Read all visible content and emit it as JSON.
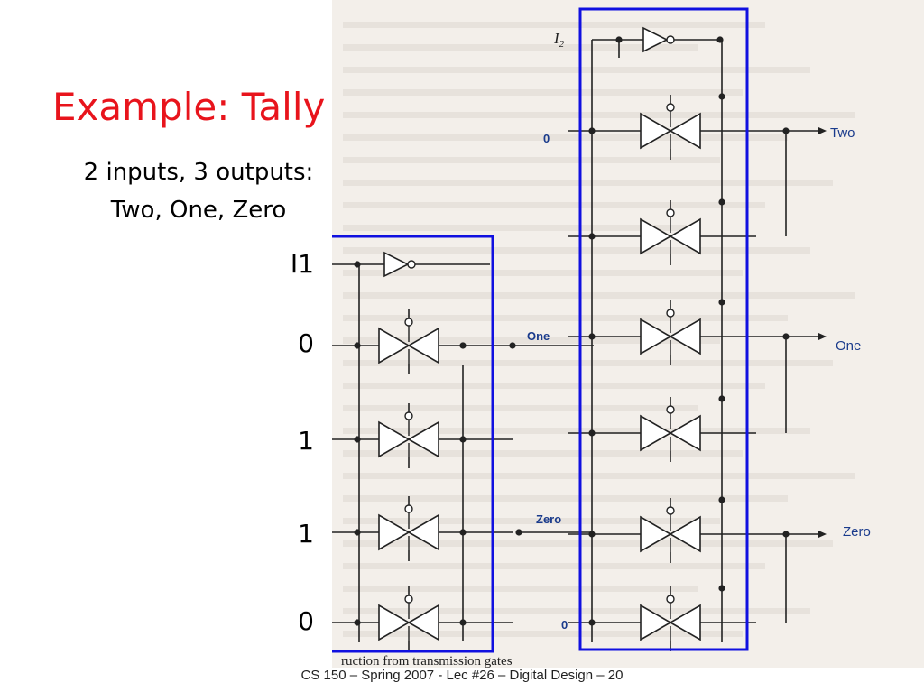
{
  "slide": {
    "title": "Example: Tally Circuit",
    "subtitle_lines": [
      "2 inputs, 3 outputs:",
      "Two, One, Zero"
    ],
    "footer": "CS 150 – Spring 2007 - Lec #26 – Digital Design  – 20"
  },
  "inputs": [
    {
      "label": "I1"
    },
    {
      "label": "0"
    },
    {
      "label": "1"
    },
    {
      "label": "1"
    },
    {
      "label": "0"
    }
  ],
  "figure": {
    "i2_label": "I",
    "i2_sub": "2",
    "stage1_outputs": [
      "One",
      "Zero"
    ],
    "stage2_inputs": [
      "0",
      "0"
    ],
    "stage2_outputs": [
      "Two",
      "One",
      "Zero"
    ],
    "caption": "ruction from transmission gates",
    "highlight_color": "#1010e0",
    "wire_color": "#222222",
    "label_color": "#1a3b8c",
    "scan_color": "#f3efea"
  }
}
